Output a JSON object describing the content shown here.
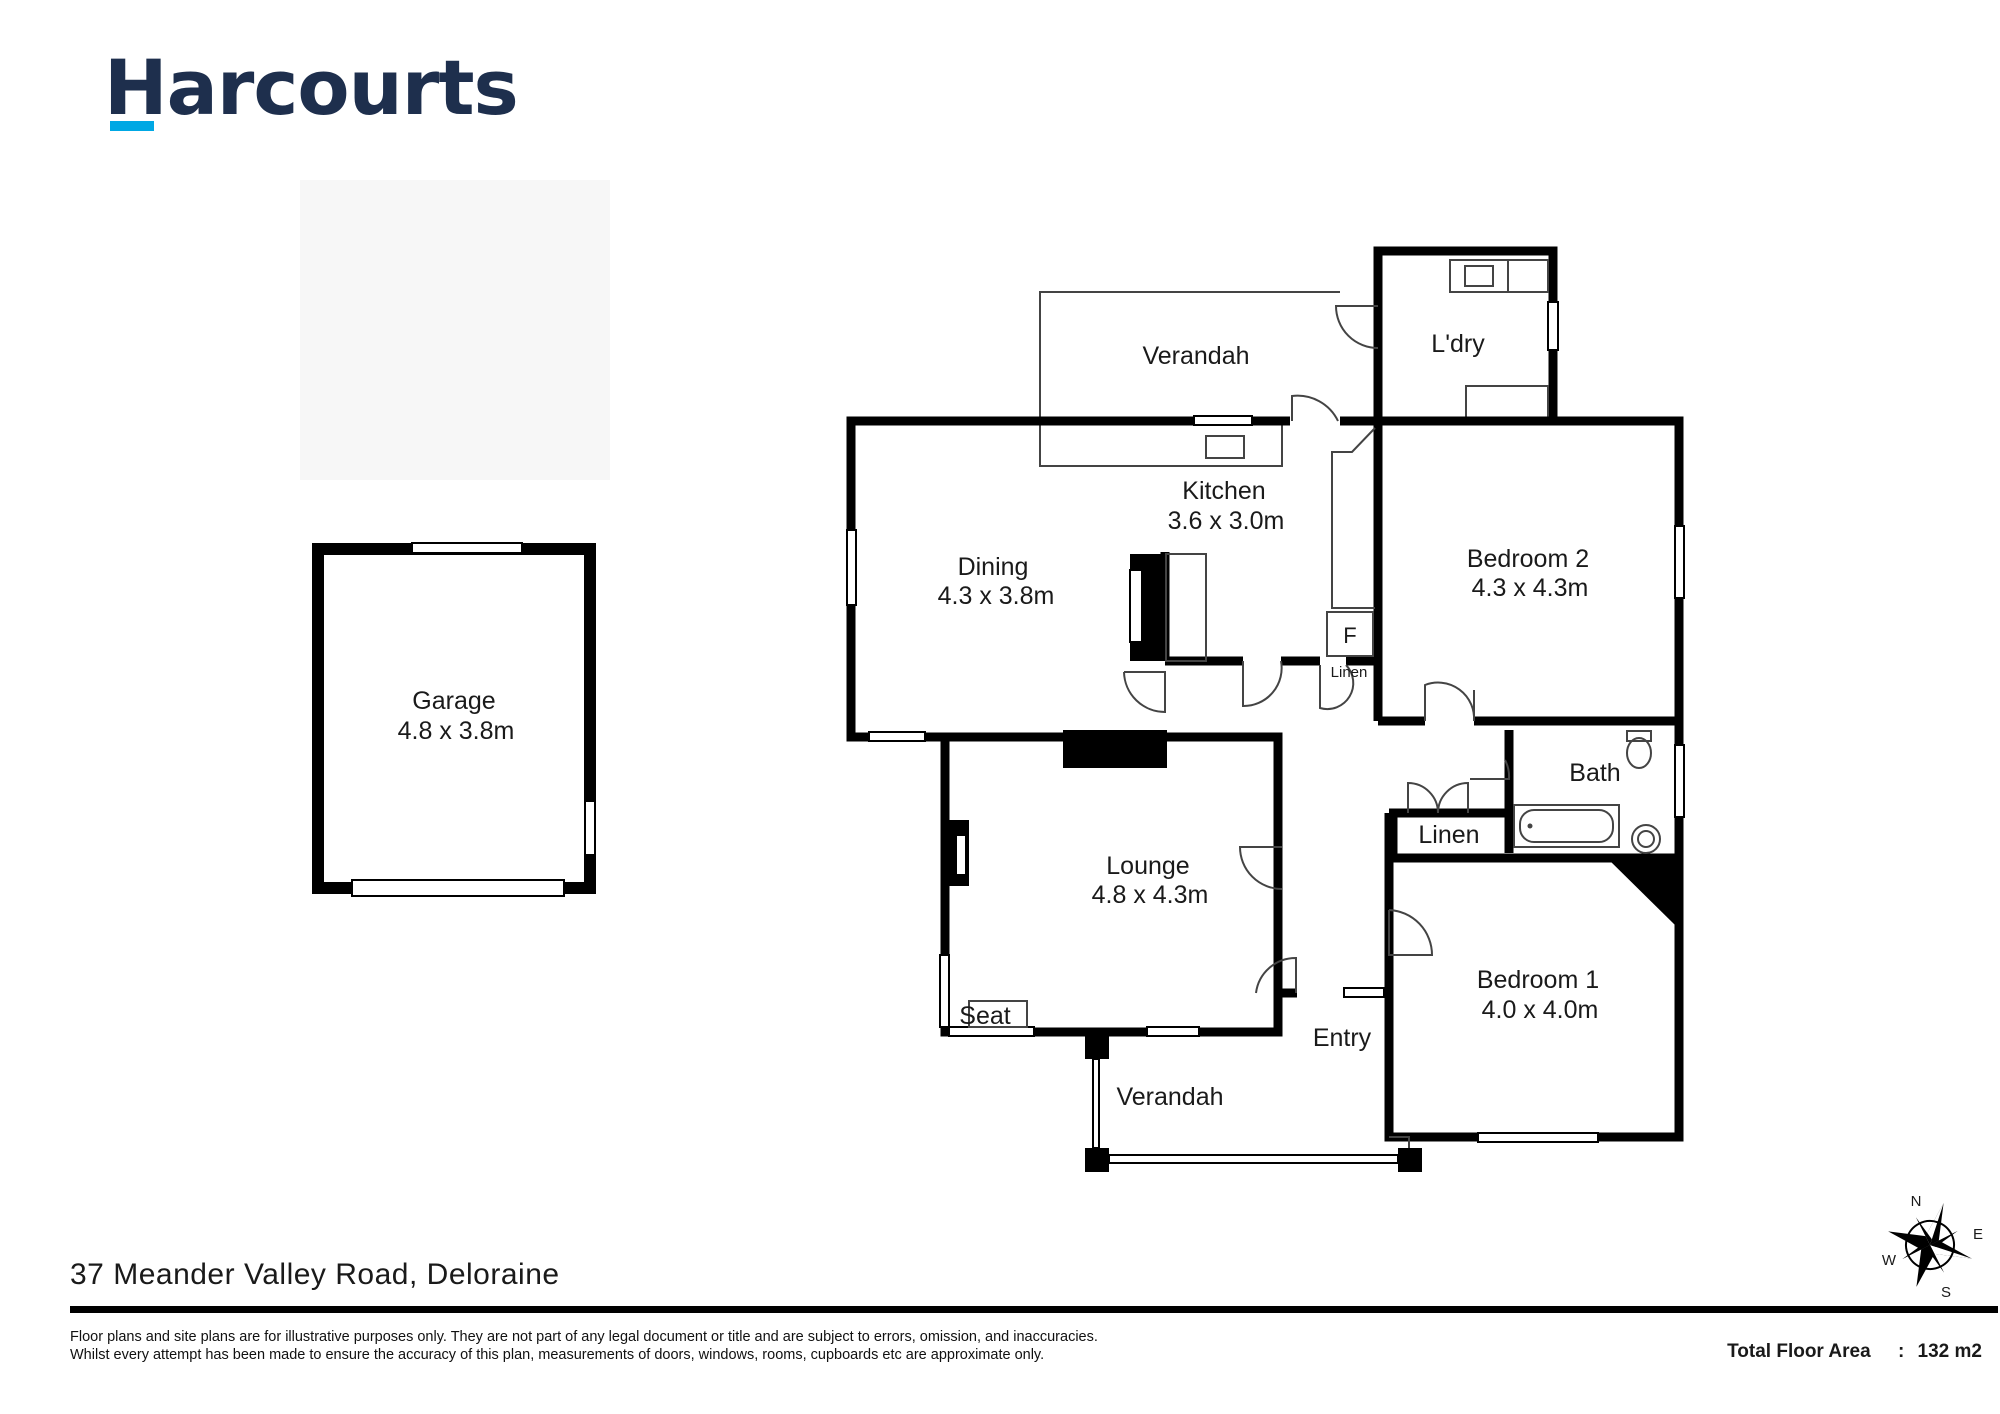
{
  "brand": {
    "name": "Harcourts",
    "accent_color": "#00a8e4",
    "text_color": "#1e2f4d"
  },
  "rooms": {
    "garage": {
      "name": "Garage",
      "size": "4.8 x 3.8m"
    },
    "dining": {
      "name": "Dining",
      "size": "4.3 x 3.8m"
    },
    "kitchen": {
      "name": "Kitchen",
      "size": "3.6 x 3.0m"
    },
    "bedroom2": {
      "name": "Bedroom 2",
      "size": "4.3 x 4.3m"
    },
    "lounge": {
      "name": "Lounge",
      "size": "4.8 x 4.3m"
    },
    "bedroom1": {
      "name": "Bedroom 1",
      "size": "4.0 x 4.0m"
    }
  },
  "labels": {
    "verandah_top": "Verandah",
    "verandah_bottom": "Verandah",
    "laundry": "L'dry",
    "bath": "Bath",
    "linen_hall": "Linen",
    "linen_small": "Linen",
    "fridge": "F",
    "seat": "Seat",
    "entry": "Entry"
  },
  "compass": {
    "n": "N",
    "e": "E",
    "s": "S",
    "w": "W"
  },
  "footer": {
    "address": "37 Meander Valley Road, Deloraine",
    "disclaimer_line1": "Floor plans and site plans are for illustrative purposes only. They are not part of any legal document or title and are subject to errors, omission, and inaccuracies.",
    "disclaimer_line2": "Whilst every attempt has been made to ensure the accuracy of this plan, measurements of doors, windows, rooms, cupboards etc are approximate only.",
    "total_label": "Total Floor Area",
    "total_sep": ":",
    "total_value": "132 m2"
  }
}
